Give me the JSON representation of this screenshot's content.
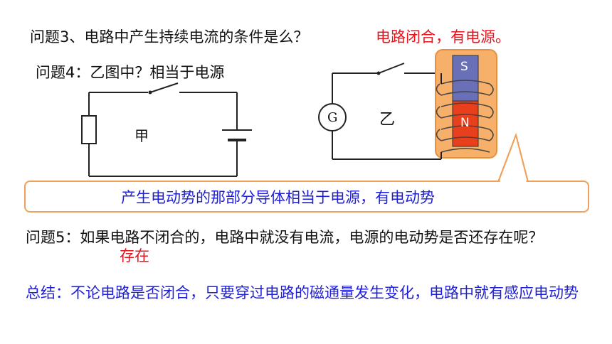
{
  "question3": {
    "text": "问题3、电路中产生持续电流的条件是么？",
    "answer": "电路闭合，有电源。"
  },
  "question4": {
    "text": "问题4：乙图中？相当于电源",
    "label_jia": "甲",
    "label_yi": "乙",
    "galvanometer": "G",
    "magnet_south": "S",
    "magnet_north": "N",
    "callout": "产生电动势的那部分导体相当于电源，有电动势"
  },
  "question5": {
    "text": "问题5：如果电路不闭合的，电路中就没有电流，电源的电动势是否还存在呢？",
    "answer": "存在"
  },
  "summary": {
    "text": "总结：不论电路是否闭合，只要穿过电路的磁通量发生变化，电路中就有感应电动势"
  },
  "colors": {
    "answer": "#e8141e",
    "blue_text": "#1f1fd8",
    "callout_border": "#f0a058",
    "magnet_north": "#e8401c",
    "magnet_south": "#6a70b8",
    "highlight": "#f6b06a"
  }
}
